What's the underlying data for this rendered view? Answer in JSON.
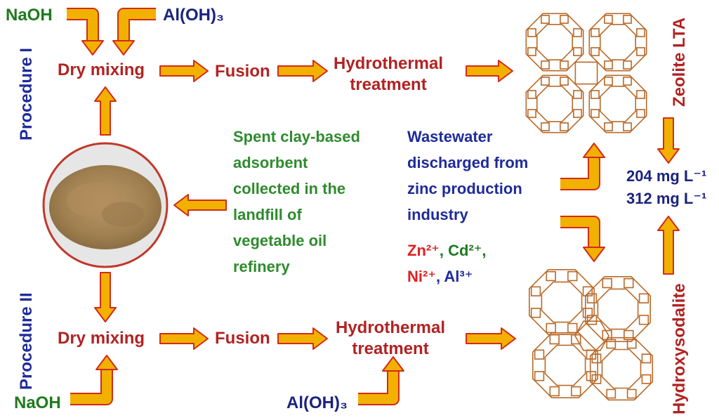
{
  "colors": {
    "arrow_fill": "#f2b100",
    "arrow_stroke": "#d22b1a",
    "framework": "#b86a2a",
    "powder_ring": "#c0392b",
    "powder": "#a88455"
  },
  "procedure1": {
    "label": "Procedure I",
    "naoh": "NaOH",
    "aloh3": "Al(OH)₃",
    "dry_mixing": "Dry mixing",
    "fusion": "Fusion",
    "hydrothermal_l1": "Hydrothermal",
    "hydrothermal_l2": "treatment",
    "product": "Zeolite LTA"
  },
  "procedure2": {
    "label": "Procedure II",
    "naoh": "NaOH",
    "aloh3": "Al(OH)₃",
    "dry_mixing": "Dry mixing",
    "fusion": "Fusion",
    "hydrothermal_l1": "Hydrothermal",
    "hydrothermal_l2": "treatment",
    "product": "Hydroxysodalite"
  },
  "source": {
    "lines": [
      "Spent clay-based",
      "adsorbent",
      "collected in the",
      "landfill of",
      "vegetable oil",
      "refinery"
    ]
  },
  "wastewater": {
    "lines": [
      "Wastewater",
      "discharged from",
      "zinc production",
      "industry"
    ],
    "ions_line1": [
      "Zn²⁺",
      "Cd²⁺"
    ],
    "ions_line2": [
      "Ni²⁺",
      "Al³⁺"
    ]
  },
  "capacity": {
    "line1": "204 mg L⁻¹",
    "line2": "312 mg L⁻¹"
  }
}
